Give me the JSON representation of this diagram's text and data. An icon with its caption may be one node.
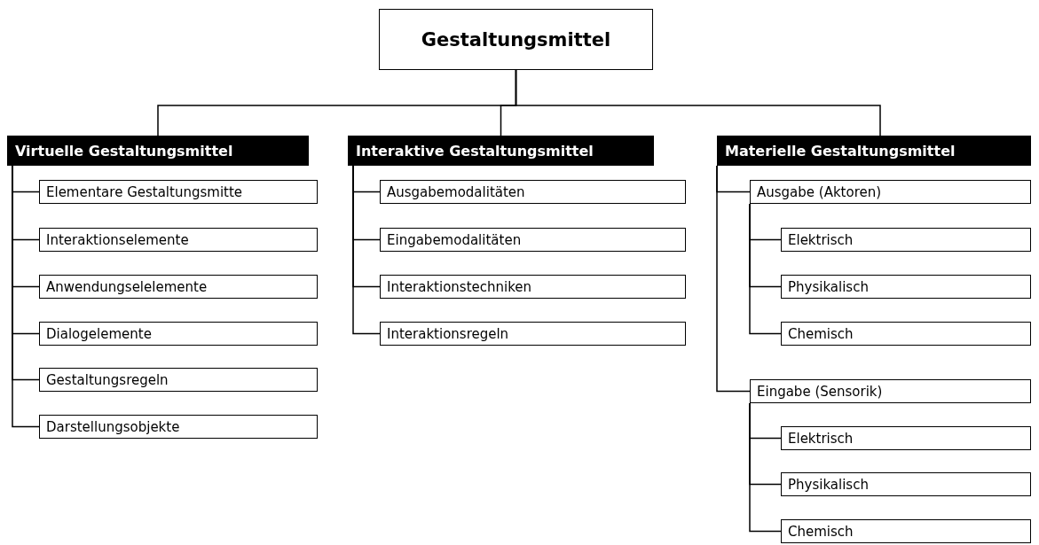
{
  "diagram": {
    "nodes": [
      {
        "text": [
          "Gestaltungsmittel"
        ]
      },
      {
        "text": [
          "Virtuelle Gestaltungsmittel"
        ]
      },
      {
        "text": [
          "Interaktive Gestaltungsmittel"
        ]
      },
      {
        "text": [
          "Materielle Gestaltungsmittel"
        ]
      },
      {
        "text": [
          "Elementare Gestaltungsmitte"
        ]
      },
      {
        "text": [
          "Interaktionselemente"
        ]
      },
      {
        "text": [
          "Anwendungselelemente"
        ]
      },
      {
        "text": [
          "Dialogelemente"
        ]
      },
      {
        "text": [
          "Gestaltungsregeln"
        ]
      },
      {
        "text": [
          "Darstellungsobjekte"
        ]
      },
      {
        "text": [
          "Ausgabemodalitäten"
        ]
      },
      {
        "text": [
          "Eingabemodalitäten"
        ]
      },
      {
        "text": [
          "Interaktionstechniken"
        ]
      },
      {
        "text": [
          "Interaktionsregeln"
        ]
      },
      {
        "text": [
          "Ausgabe (Aktoren)"
        ]
      },
      {
        "text": [
          "Elektrisch"
        ]
      },
      {
        "text": [
          "Physikalisch"
        ]
      },
      {
        "text": [
          "Chemisch"
        ]
      },
      {
        "text": [
          "Eingabe (Sensorik)"
        ]
      },
      {
        "text": [
          "Elektrisch"
        ]
      },
      {
        "text": [
          "Physikalisch"
        ]
      },
      {
        "text": [
          "Chemisch"
        ]
      }
    ],
    "edges": [
      {
        "from": 0,
        "to": 1,
        "arrow": "none"
      },
      {
        "from": 0,
        "to": 2,
        "arrow": "none"
      },
      {
        "from": 0,
        "to": 3,
        "arrow": "none"
      },
      {
        "from": 1,
        "to": 4,
        "arrow": "none"
      },
      {
        "from": 1,
        "to": 5,
        "arrow": "none"
      },
      {
        "from": 1,
        "to": 6,
        "arrow": "none"
      },
      {
        "from": 1,
        "to": 7,
        "arrow": "none"
      },
      {
        "from": 1,
        "to": 8,
        "arrow": "none"
      },
      {
        "from": 1,
        "to": 9,
        "arrow": "none"
      },
      {
        "from": 2,
        "to": 10,
        "arrow": "none"
      },
      {
        "from": 2,
        "to": 11,
        "arrow": "none"
      },
      {
        "from": 2,
        "to": 12,
        "arrow": "none"
      },
      {
        "from": 2,
        "to": 13,
        "arrow": "none"
      },
      {
        "from": 3,
        "to": 14,
        "arrow": "none"
      },
      {
        "from": 3,
        "to": 18,
        "arrow": "none"
      },
      {
        "from": 14,
        "to": 15,
        "arrow": "none"
      },
      {
        "from": 14,
        "to": 16,
        "arrow": "none"
      },
      {
        "from": 14,
        "to": 17,
        "arrow": "none"
      },
      {
        "from": 18,
        "to": 19,
        "arrow": "none"
      },
      {
        "from": 18,
        "to": 20,
        "arrow": "none"
      },
      {
        "from": 18,
        "to": 21,
        "arrow": "none"
      }
    ]
  }
}
